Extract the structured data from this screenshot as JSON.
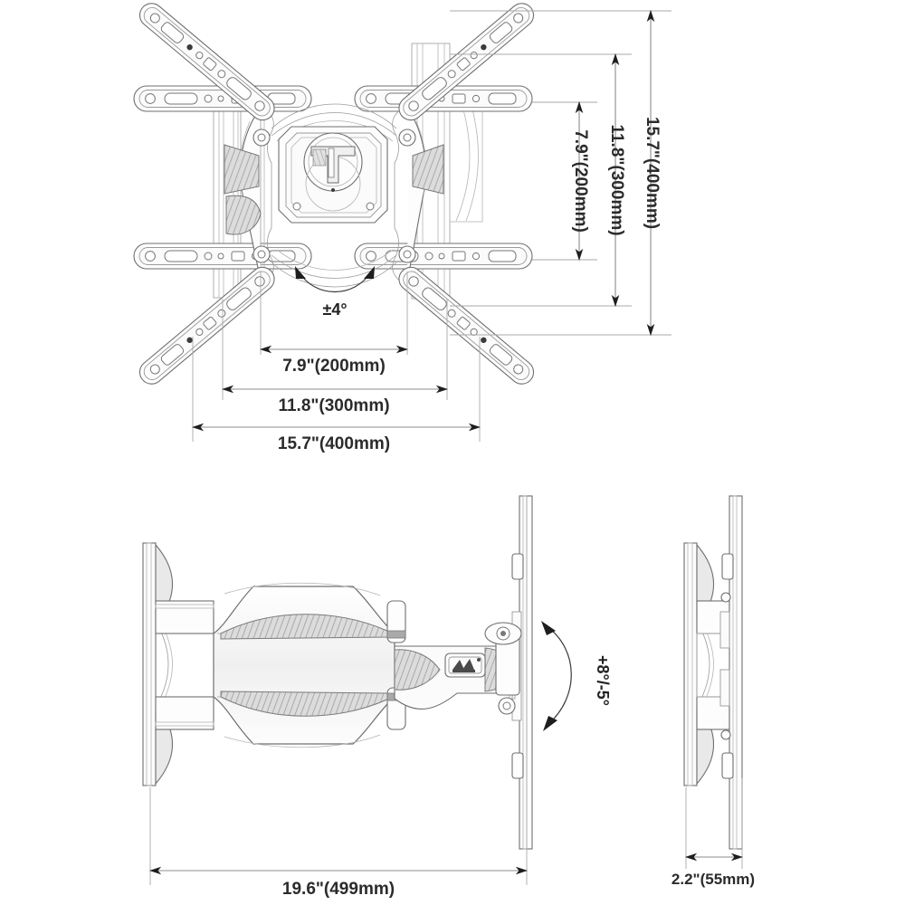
{
  "document": {
    "type": "technical-drawing",
    "subject": "TV wall mount dimensional specification",
    "background_color": "#ffffff",
    "line_color": "#6f6f6f",
    "text_color": "#2b2b2b"
  },
  "views": {
    "top": {
      "name": "front-view",
      "label": ""
    },
    "bottom_left": {
      "name": "top-view-extended",
      "label": ""
    },
    "bottom_right": {
      "name": "side-view-folded",
      "label": ""
    }
  },
  "dimensions": {
    "front_vertical": [
      {
        "id": "vesa-v-200",
        "text": "7.9\"(200mm)"
      },
      {
        "id": "vesa-v-300",
        "text": "11.8\"(300mm)"
      },
      {
        "id": "vesa-v-400",
        "text": "15.7\"(400mm)"
      }
    ],
    "front_horizontal": [
      {
        "id": "vesa-h-200",
        "text": "7.9\"(200mm)"
      },
      {
        "id": "vesa-h-300",
        "text": "11.8\"(300mm)"
      },
      {
        "id": "vesa-h-400",
        "text": "15.7\"(400mm)"
      }
    ],
    "extension": {
      "id": "arm-extension",
      "text": "19.6\"(499mm)"
    },
    "depth": {
      "id": "wall-depth",
      "text": "2.2\"(55mm)"
    }
  },
  "angles": {
    "rotation": {
      "id": "swivel-angle",
      "text": "±4°"
    },
    "tilt": {
      "id": "tilt-angle",
      "text": "+8°/-5°"
    }
  },
  "icons": {
    "arrow_head": "dimension-arrow-icon",
    "arc_rotation": "rotation-arc-icon",
    "arc_tilt": "tilt-arc-icon",
    "brand_badge": "brand-logo-icon"
  }
}
